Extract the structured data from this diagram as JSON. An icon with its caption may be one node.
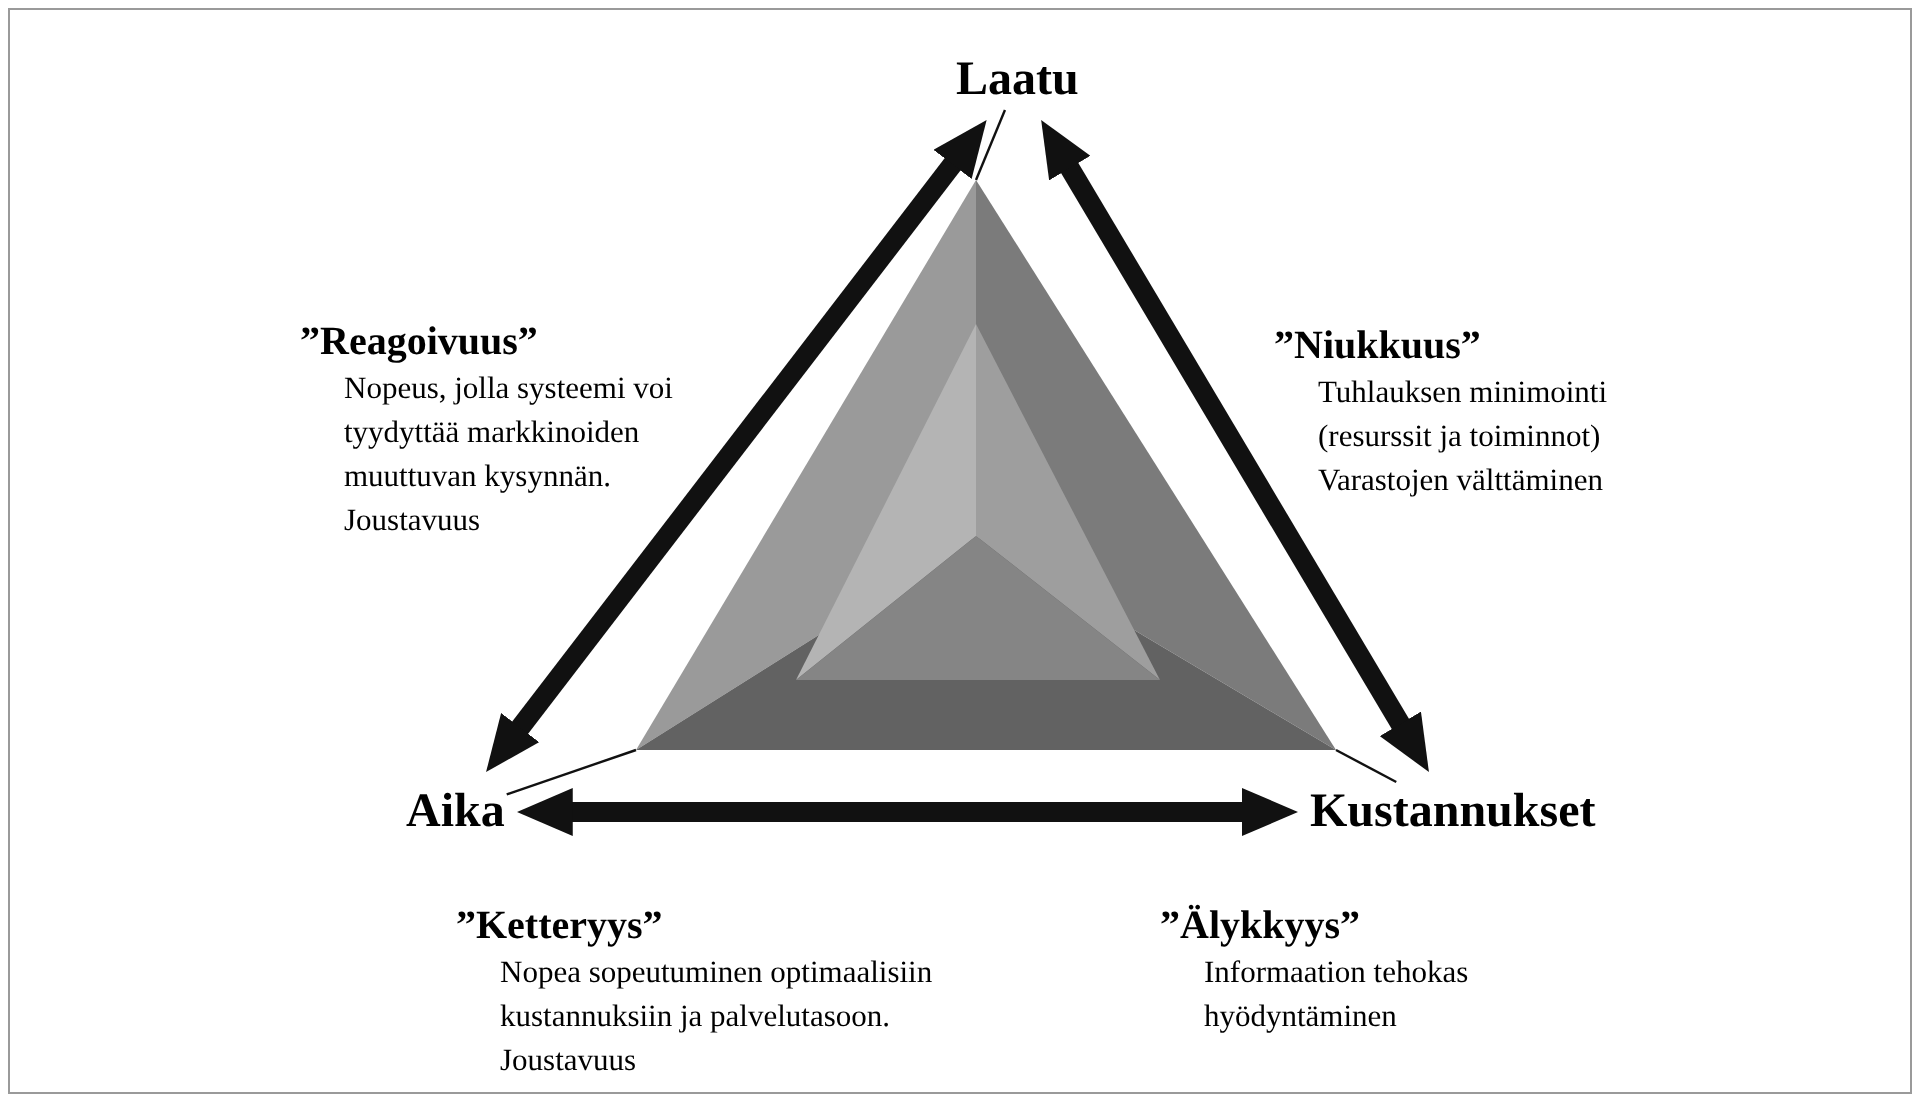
{
  "diagram": {
    "nodes": [
      {
        "text": [
          "Laatu"
        ]
      },
      {
        "text": [],
        "shape": "picture"
      },
      {
        "text": [
          "Aika"
        ]
      },
      {
        "text": [
          "Kustannukset"
        ]
      }
    ],
    "edges": [
      {
        "from": 0,
        "to": 1,
        "arrow": "none"
      },
      {
        "from": 2,
        "to": 1,
        "arrow": "none"
      },
      {
        "from": 3,
        "to": 1,
        "arrow": "none"
      },
      {
        "from": 0,
        "to": 2,
        "arrow": "both",
        "style": "thick"
      },
      {
        "from": 0,
        "to": 3,
        "arrow": "both",
        "style": "thick"
      },
      {
        "from": 2,
        "to": 3,
        "arrow": "both",
        "style": "thick"
      }
    ],
    "labels": [
      "”Reagoivuus”",
      "Nopeus, jolla systeemi voi tyydyttää markkinoiden muuttuvan kysynnän.",
      "Joustavuus",
      "”Niukkuus”",
      "Tuhlauksen minimointi (resurssit ja toiminnot)",
      "Varastojen välttäminen",
      "”Ketteryys”",
      "Nopea sopeutuminen optimaalisiin kustannuksiin ja palvelutasoon.",
      "Joustavuus",
      "”Älykkyys”",
      "Informaation tehokas hyödyntäminen"
    ]
  }
}
